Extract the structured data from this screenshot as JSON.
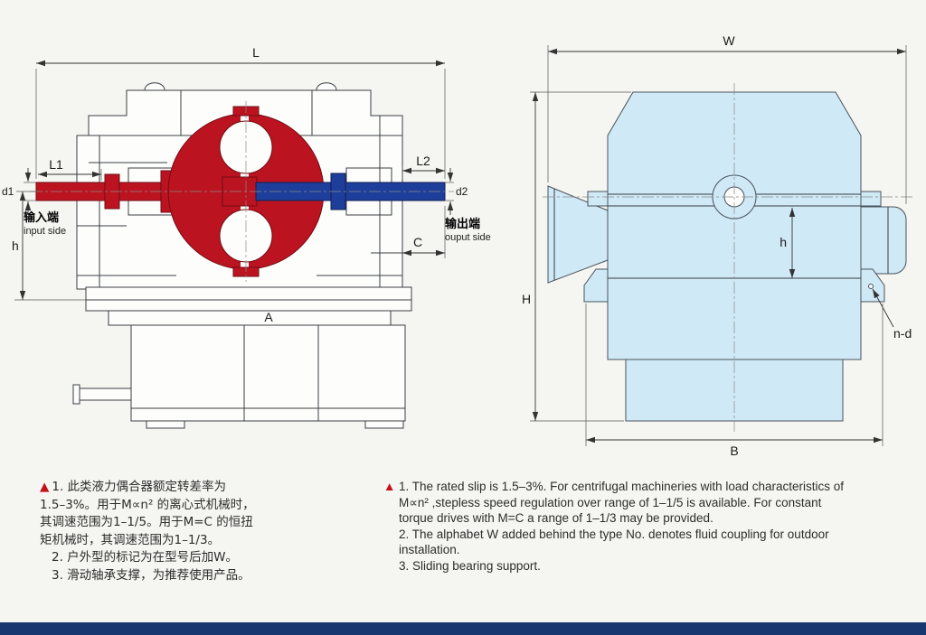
{
  "page": {
    "background": "#f5f5f1",
    "footer_color": "#16376f"
  },
  "colors": {
    "input_red": "#bb1420",
    "output_blue": "#1e3e9b",
    "housing_blue": "#cfe9f6",
    "marker_red": "#c3111a",
    "line": "#3a3f44"
  },
  "left_view": {
    "labels": {
      "L": "L",
      "L1": "L1",
      "L2": "L2",
      "d1": "d1",
      "d2": "d2",
      "h": "h",
      "C": "C",
      "A": "A"
    },
    "input": {
      "cn": "输入端",
      "en": "input side"
    },
    "output": {
      "cn": "输出端",
      "en": "ouput side"
    }
  },
  "right_view": {
    "labels": {
      "W": "W",
      "H": "H",
      "h": "h",
      "B": "B",
      "n_d": "n-d"
    }
  },
  "notes_cn": {
    "marker": "▲",
    "lines": [
      "1. 此类液力偶合器额定转差率为",
      "1.5–3%。用于M∝n² 的离心式机械时，",
      "其调速范围为1–1/5。用于M=C 的恒扭",
      "矩机械时，其调速范围为1–1/3。",
      "2. 户外型的标记为在型号后加W。",
      "3. 滑动轴承支撑，为推荐使用产品。"
    ]
  },
  "notes_en": {
    "marker": "▲",
    "lines": [
      "1. The rated slip is 1.5–3%. For centrifugal machineries with load characteristics of",
      "M∝n² ,stepless speed regulation over range of 1–1/5 is available. For constant",
      "torque drives with M=C a range of 1–1/3 may be provided.",
      "2. The alphabet W added behind the type No. denotes fluid coupling for outdoor",
      "installation.",
      "3. Sliding bearing support."
    ]
  }
}
